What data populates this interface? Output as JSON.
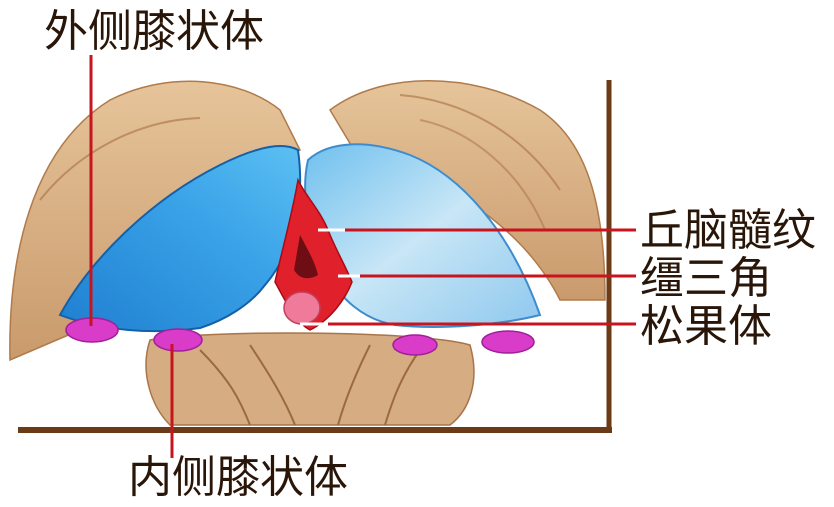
{
  "labels": {
    "lateral_geniculate": "外侧膝状体",
    "medial_geniculate": "内侧膝状体",
    "stria_medullaris": "丘脑髓纹",
    "habenular_trigone": "缰三角",
    "pineal_body": "松果体"
  },
  "colors": {
    "leader_line": "#c8141e",
    "frame": "#6b3a16",
    "thalamus_blue": "#2e9be0",
    "pulvinar_light_blue": "#a9d6f0",
    "third_ventricle_red": "#e0202a",
    "geniculate_magenta": "#d93cc8",
    "hemisphere_tan": "#d9b48a"
  }
}
